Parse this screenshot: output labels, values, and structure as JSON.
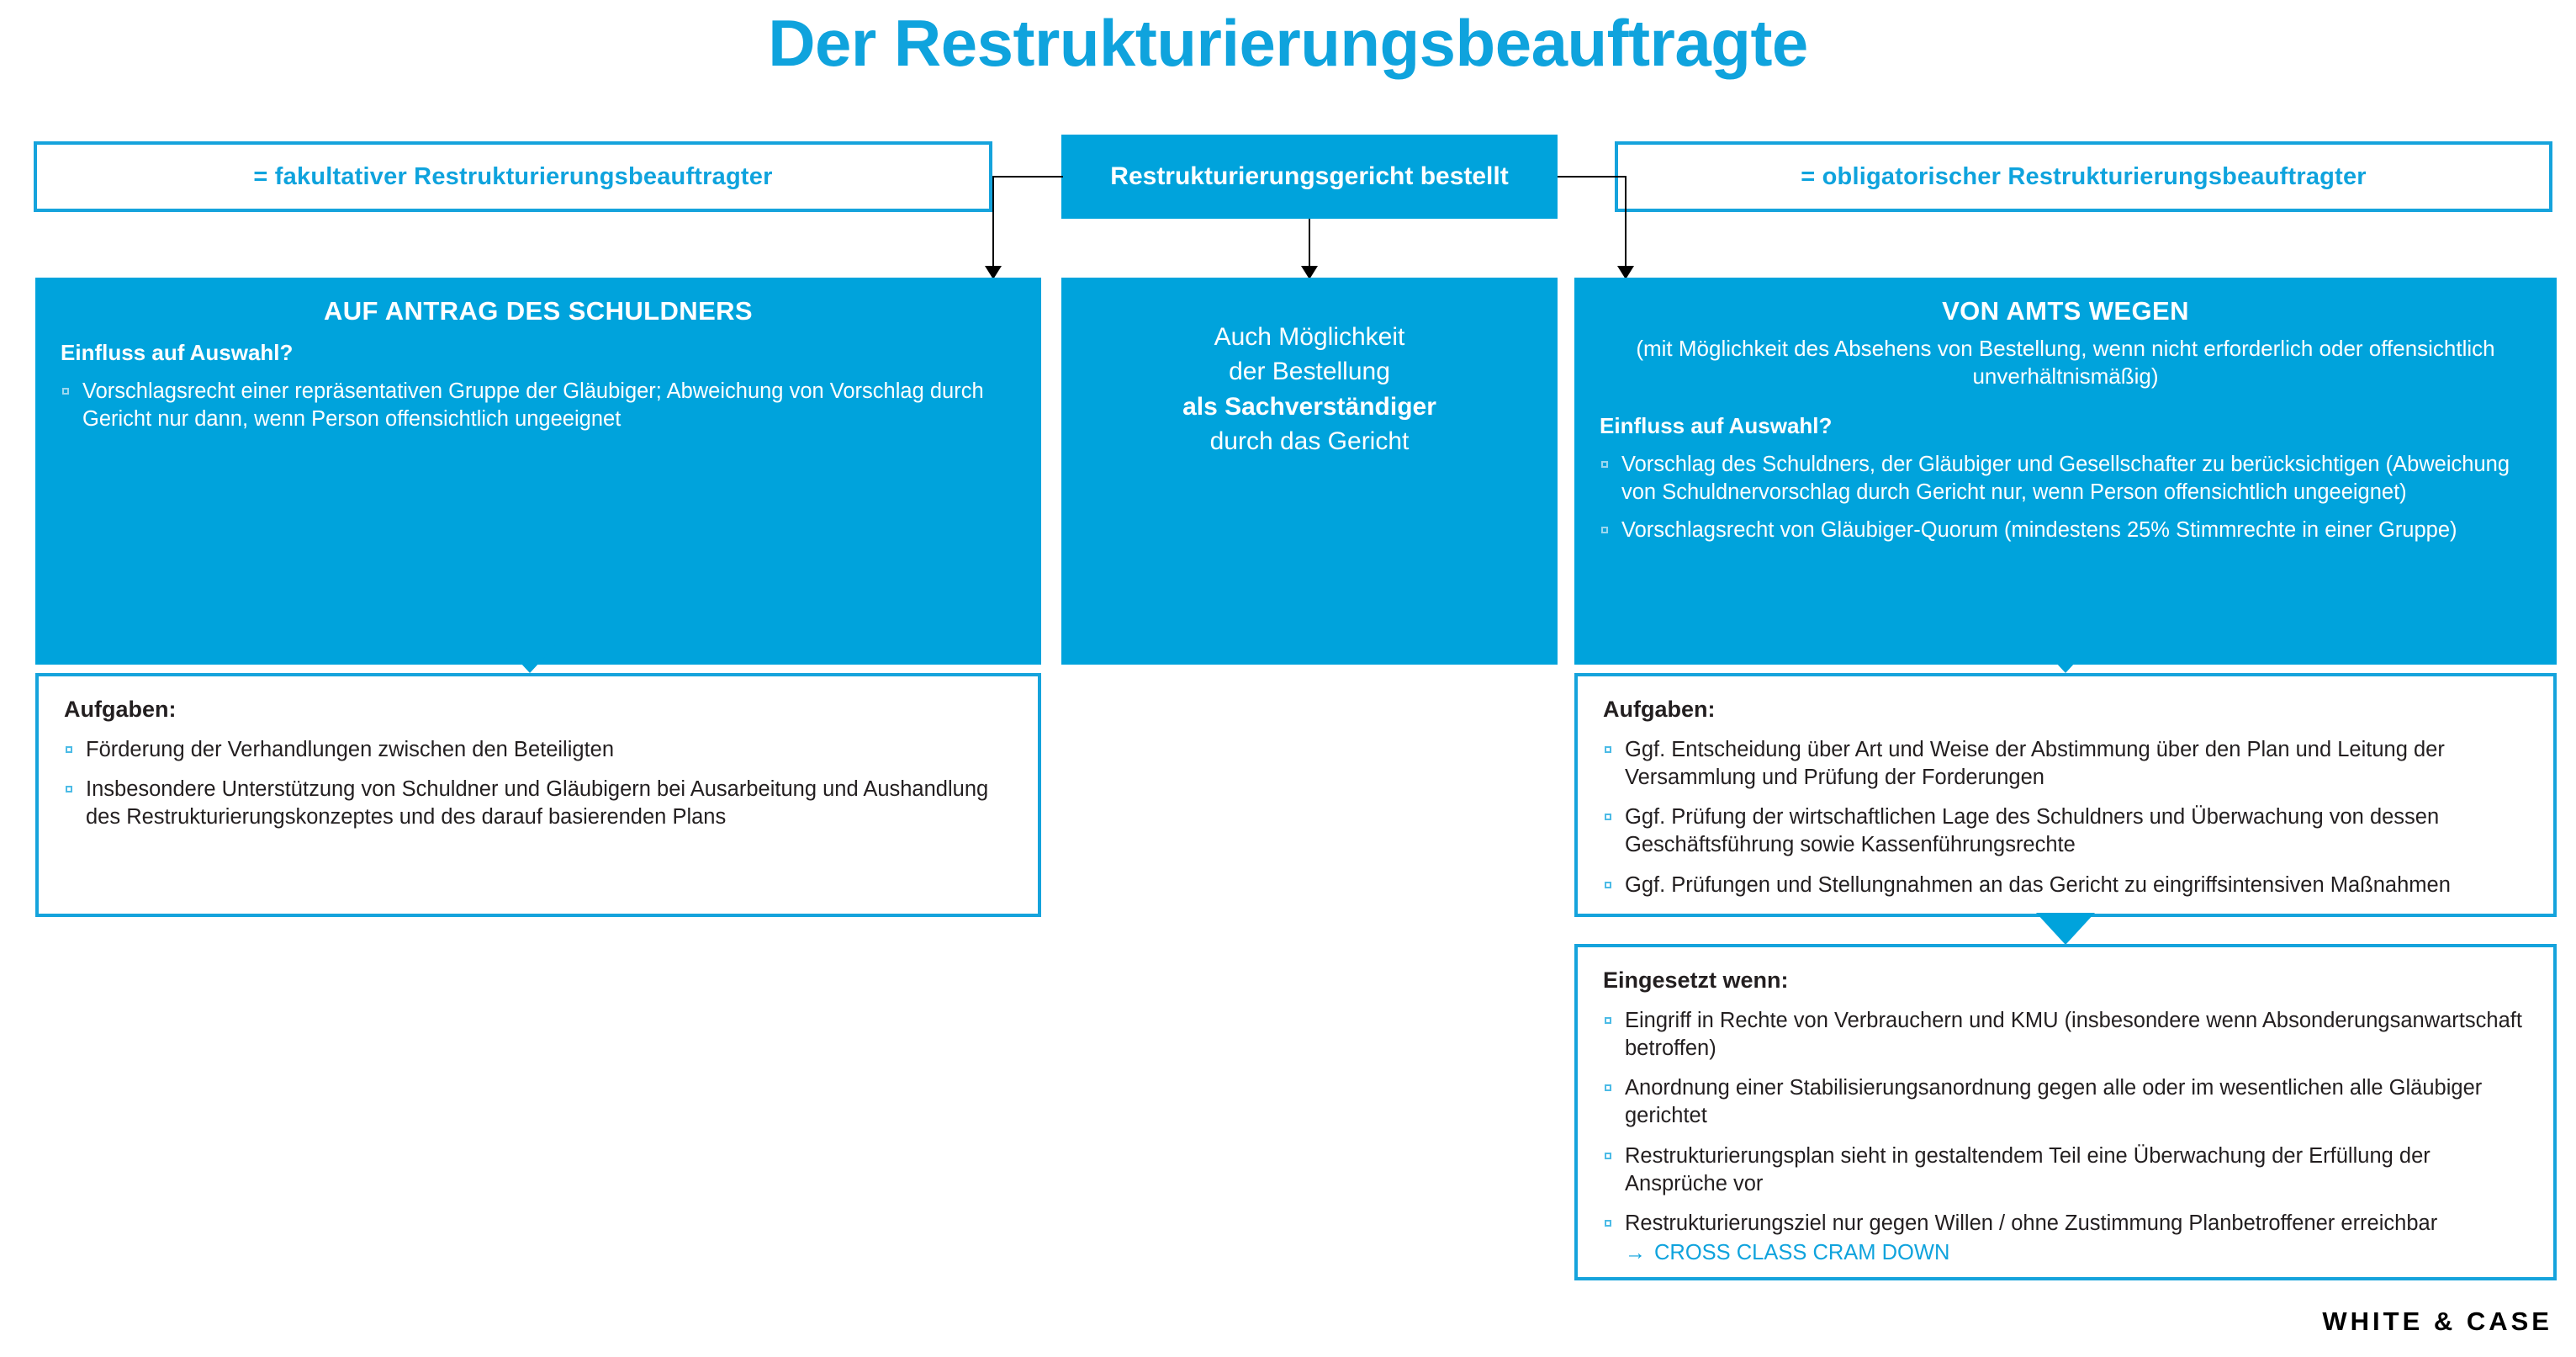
{
  "title": "Der Restrukturierungsbeauftragte",
  "legend": {
    "left": "= fakultativer Restrukturierungsbeauftragter",
    "right": "= obligatorischer Restrukturierungsbeauftragter"
  },
  "court": {
    "label": "Restrukturierungsgericht bestellt"
  },
  "left_column": {
    "panel_title": "AUF ANTRAG DES SCHULDNERS",
    "subheading": "Einfluss auf Auswahl?",
    "bullets": [
      "Vorschlagsrecht einer repräsentativen Gruppe der Gläubiger; Abweichung von Vorschlag durch Gericht nur dann, wenn Person offensichtlich ungeeignet"
    ],
    "tasks": {
      "heading": "Aufgaben:",
      "bullets": [
        "Förderung der Verhandlungen zwischen den Beteiligten",
        "Insbesondere Unterstützung von Schuldner und Gläubigern bei Ausarbeitung und Aushandlung des Restrukturierungskonzeptes und des darauf basierenden Plans"
      ]
    }
  },
  "middle_column": {
    "line1": "Auch Möglichkeit",
    "line2": "der Bestellung",
    "line3_bold": "als Sachverständiger",
    "line4": "durch das Gericht"
  },
  "right_column": {
    "panel_title": "VON AMTS WEGEN",
    "panel_sub": "(mit Möglichkeit des Absehens von Bestellung, wenn nicht erforderlich oder offensichtlich unverhältnismäßig)",
    "subheading": "Einfluss auf Auswahl?",
    "bullets": [
      "Vorschlag des Schuldners, der Gläubiger und Gesellschafter zu berücksichtigen (Abweichung von Schuldnervorschlag durch Gericht nur, wenn Person offensichtlich ungeeignet)",
      "Vorschlagsrecht von Gläubiger-Quorum (mindestens 25% Stimmrechte in einer Gruppe)"
    ],
    "tasks": {
      "heading": "Aufgaben:",
      "bullets": [
        "Ggf. Entscheidung über Art und Weise der Abstimmung über den Plan und Leitung der Versammlung und Prüfung der Forderungen",
        "Ggf. Prüfung der wirtschaftlichen Lage des Schuldners und Überwachung von dessen Geschäftsführung sowie Kassenführungsrechte",
        "Ggf. Prüfungen und Stellungnahmen an das Gericht zu eingriffsintensiven Maßnahmen"
      ]
    },
    "conditions": {
      "heading": "Eingesetzt wenn:",
      "bullets": [
        "Eingriff in Rechte von Verbrauchern und KMU (insbesondere wenn Absonderungsanwartschaft betroffen)",
        "Anordnung einer Stabilisierungsanordnung gegen alle oder im wesentlichen alle Gläubiger gerichtet",
        "Restrukturierungsplan sieht in gestaltendem Teil eine Überwachung der Erfüllung der Ansprüche vor",
        "Restrukturierungsziel nur gegen Willen / ohne Zustimmung Planbetroffener erreichbar"
      ],
      "sub_arrow": "→",
      "sub_note": "CROSS CLASS CRAM DOWN"
    }
  },
  "footer": {
    "logo": "WHITE & CASE"
  },
  "colors": {
    "brand_blue": "#00a3dc",
    "title_blue": "#0fa3dd",
    "border_blue": "#15a3dc",
    "bullet_blue": "#9bd7ef",
    "text_dark": "#231f20"
  }
}
